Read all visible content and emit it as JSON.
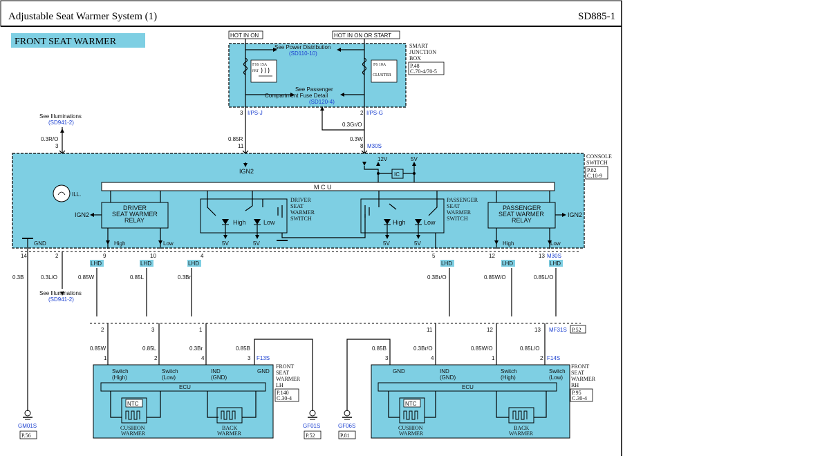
{
  "header": {
    "title": "Adjustable Seat Warmer System (1)",
    "code": "SD885-1"
  },
  "section_title": "FRONT SEAT WARMER",
  "power": {
    "hot_in_on": "HOT IN ON",
    "hot_in_on_or_start": "HOT IN ON OR START",
    "see_power_dist": "See Power Distribution",
    "see_power_dist_ref": "(SD110-10)",
    "see_passenger": "See Passenger",
    "compartment_fuse": "Compartment Fuse Detail",
    "see_passenger_ref": "(SD120-4)",
    "fuse1": "F16 15A",
    "fuse1_sub": "FRT",
    "fuse2": "F6 10A",
    "fuse2_sub": "CLUSTER",
    "sjb_label": [
      "SMART",
      "JUNCTION",
      "BOX"
    ],
    "sjb_ref": [
      "P.48",
      "C.70-4/70-5"
    ]
  },
  "connectors": {
    "pin3_ips": "3",
    "ips_j": "I/PS-J",
    "pin2_ips": "2",
    "ips_g": "I/PS-G",
    "wire_03gro": "0.3Gr/O",
    "wire_085r": "0.85R",
    "pin11": "11",
    "wire_03w": "0.3W",
    "pin8": "8",
    "m30s": "M30S",
    "see_illum": "See Illuminations",
    "see_illum_ref": "(SD941-2)",
    "wire_03ro": "0.3R/O",
    "pin3_ill": "3"
  },
  "console": {
    "label": [
      "CONSOLE",
      "SWITCH"
    ],
    "ref": [
      "P.82",
      "C.10-9"
    ],
    "ign2": "IGN2",
    "v12": "12V",
    "v5": "5V",
    "ic": "IC",
    "ill": "ILL.",
    "mcu": "M C U",
    "driver_relay": [
      "DRIVER",
      "SEAT WARMER",
      "RELAY"
    ],
    "passenger_relay": [
      "PASSENGER",
      "SEAT WARMER",
      "RELAY"
    ],
    "driver_switch": [
      "DRIVER",
      "SEAT",
      "WARMER",
      "SWITCH"
    ],
    "passenger_switch": [
      "PASSENGER",
      "SEAT",
      "WARMER",
      "SWITCH"
    ],
    "high": "High",
    "low": "Low",
    "gnd": "GND"
  },
  "bottom_pins": {
    "upper": [
      "14",
      "2",
      "9",
      "10",
      "4",
      "5",
      "12",
      "13"
    ],
    "lhd": "LHD",
    "m30s": "M30S",
    "wires_upper": [
      "0.3B",
      "0.3L/O",
      "0.85W",
      "0.85L",
      "0.3Br",
      "0.3Br/O",
      "0.85W/O",
      "0.85L/O"
    ],
    "see_illum": "See Illuminations",
    "see_illum_ref": "(SD941-2)",
    "mid": [
      "2",
      "3",
      "1",
      "11",
      "12",
      "13"
    ],
    "mf31s": "MF31S",
    "mf31s_ref": "P.52",
    "wires_lower_lh": [
      "0.85W",
      "0.85L",
      "0.3Br",
      "0.85B"
    ],
    "pins_lower_lh": [
      "1",
      "2",
      "4",
      "3"
    ],
    "f13s": "F13S",
    "wires_lower_rh": [
      "0.85B",
      "0.3Br/O",
      "0.85W/O",
      "0.85L/O"
    ],
    "pins_lower_rh": [
      "3",
      "4",
      "1",
      "2"
    ],
    "f14s": "F14S"
  },
  "warmer_lh": {
    "label": [
      "FRONT",
      "SEAT",
      "WARMER",
      "LH"
    ],
    "ref": [
      "P.140",
      "C.30-4"
    ],
    "pins": [
      "Switch",
      "(High)",
      "Switch",
      "(Low)",
      "IND",
      "(GND)",
      "GND"
    ],
    "ecu": "ECU",
    "ntc": "NTC",
    "cushion": [
      "CUSHION",
      "WARMER"
    ],
    "back": [
      "BACK",
      "WARMER"
    ]
  },
  "warmer_rh": {
    "label": [
      "FRONT",
      "SEAT",
      "WARMER",
      "RH"
    ],
    "ref": [
      "P.95",
      "C.30-4"
    ],
    "pins": [
      "GND",
      "IND",
      "(GND)",
      "Switch",
      "(High)",
      "Switch",
      "(Low)"
    ],
    "ecu": "ECU",
    "ntc": "NTC",
    "cushion": [
      "CUSHION",
      "WARMER"
    ],
    "back": [
      "BACK",
      "WARMER"
    ]
  },
  "grounds": [
    {
      "name": "GM01S",
      "ref": "P.56"
    },
    {
      "name": "GF01S",
      "ref": "P.52"
    },
    {
      "name": "GF06S",
      "ref": "P.81"
    }
  ]
}
